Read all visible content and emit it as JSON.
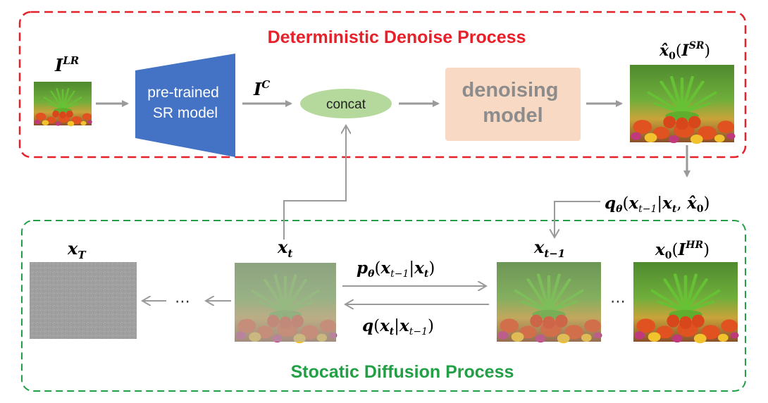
{
  "top_title": "Deterministic Denoise Process",
  "bottom_title": "Stocatic Diffusion Process",
  "labels": {
    "lr_input": "I^LR",
    "sr_model": [
      "pre-trained",
      "SR model"
    ],
    "ic": "I^C",
    "concat": "concat",
    "denoising_model": [
      "denoising",
      "model"
    ],
    "sr_output": "x̂0(I^SR)",
    "q_theta": "qθ(xt−1|xt, x̂0)",
    "xT": "xT",
    "xt": "xt",
    "xt_minus_1": "xt−1",
    "x0_hr": "x0(I^HR)",
    "p_theta": "pθ(xt−1|xt)",
    "q_forward": "q(xt|xt−1)",
    "ellipsis": "⋯"
  },
  "colors": {
    "top_border": "#e8202a",
    "bottom_border": "#22a045",
    "sr_model_fill": "#4472c4",
    "concat_fill": "#b5d99c",
    "denoise_fill": "#f8d9c4",
    "denoise_text": "#8c8c8c",
    "arrow": "#9a9a9a",
    "noise": "#9e9e9e"
  }
}
